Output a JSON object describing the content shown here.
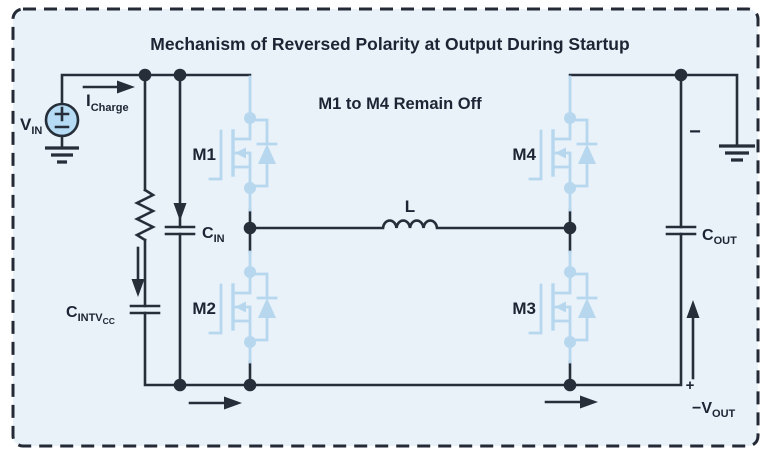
{
  "title": "Mechanism of Reversed Polarity at Output During Startup",
  "note": "M1 to M4 Remain Off",
  "colors": {
    "background": "#e9f1f9",
    "line": "#262e3a",
    "text": "#1d2433",
    "device_blue": "#b7d7ee",
    "source_fill": "#b5dcf4"
  },
  "labels": {
    "vin": {
      "base": "V",
      "sub": "IN"
    },
    "icharge": {
      "base": "I",
      "sub": "Charge"
    },
    "m1": "M1",
    "m2": "M2",
    "m3": "M3",
    "m4": "M4",
    "inductor": "L",
    "cin": {
      "base": "C",
      "sub": "IN"
    },
    "cintvcc": {
      "base": "C",
      "sub": "INTV",
      "subsub": "CC"
    },
    "cout": {
      "base": "C",
      "sub": "OUT"
    },
    "output_top_minus": "−",
    "output_plus": "+",
    "vout": {
      "base": "−V",
      "sub": "OUT"
    }
  }
}
